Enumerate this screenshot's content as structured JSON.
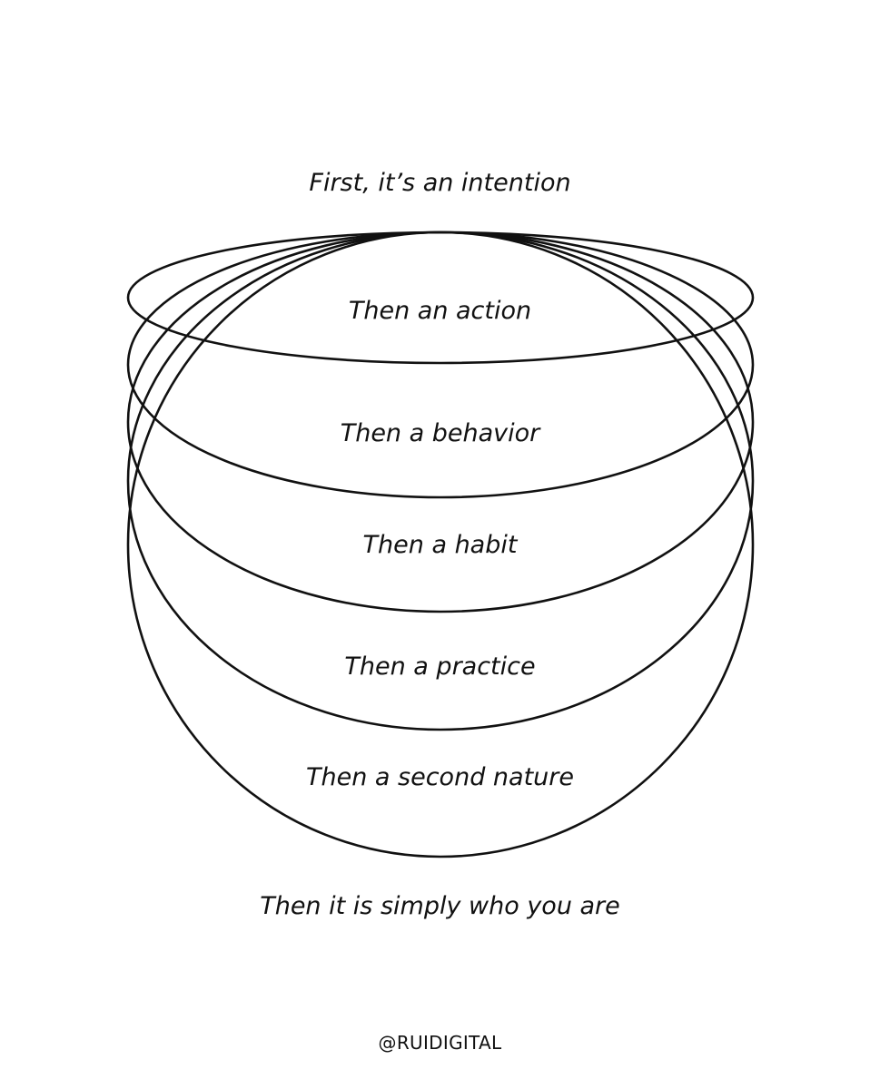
{
  "title": "First, it’s an intention",
  "stages": [
    "Then an action",
    "Then a behavior",
    "Then a habit",
    "Then a practice",
    "Then a second nature"
  ],
  "conclusion": "Then it is simply who you are",
  "handle": "@RUIDIGITAL",
  "colors": {
    "background": "#ffffff",
    "ink": "#111111"
  }
}
